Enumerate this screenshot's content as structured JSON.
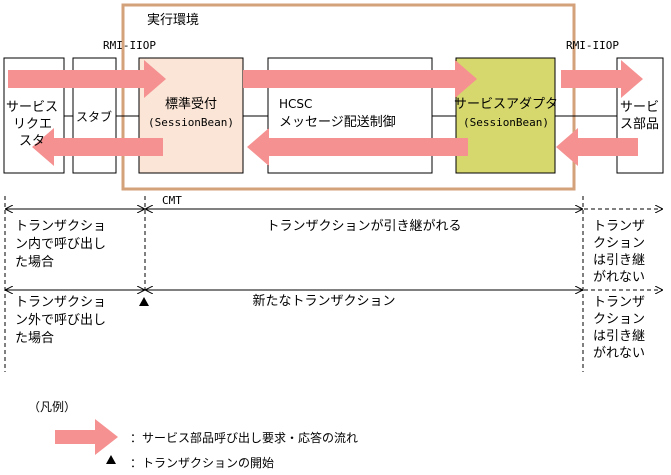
{
  "env_title": "実行環境",
  "rmi_left": "RMI-IIOP",
  "rmi_right": "RMI-IIOP",
  "components": {
    "service_requester": [
      "サービス",
      "リクエ",
      "スタ"
    ],
    "stub": "スタブ",
    "standard_receiver": [
      "標準受付",
      "(SessionBean)"
    ],
    "hcsc": [
      "HCSC",
      "メッセージ配送制御"
    ],
    "service_adapter": [
      "サービスアダプタ",
      "(SessionBean)"
    ],
    "service_component": [
      "サービ",
      "ス部品"
    ]
  },
  "cmt_label": "CMT",
  "rows": {
    "inside": {
      "left": [
        "トランザクショ",
        "ン内で呼び出し",
        "た場合"
      ],
      "center": "トランザクションが引き継がれる",
      "right": [
        "トランザ",
        "クション",
        "は引き継",
        "がれない"
      ]
    },
    "outside": {
      "left": [
        "トランザクショ",
        "ン外で呼び出し",
        "た場合"
      ],
      "center": "新たなトランザクション",
      "right": [
        "トランザ",
        "クション",
        "は引き継",
        "がれない"
      ]
    }
  },
  "legend": {
    "title": "（凡例）",
    "arrow_desc": "：サービス部品呼び出し要求・応答の流れ",
    "triangle_desc": "：トランザクションの開始"
  },
  "colors": {
    "env_border": "#d4a27a",
    "flow_arrow": "#f59191",
    "standard_receiver_fill": "#fbe5d6",
    "service_adapter_fill": "#d6d86e"
  }
}
